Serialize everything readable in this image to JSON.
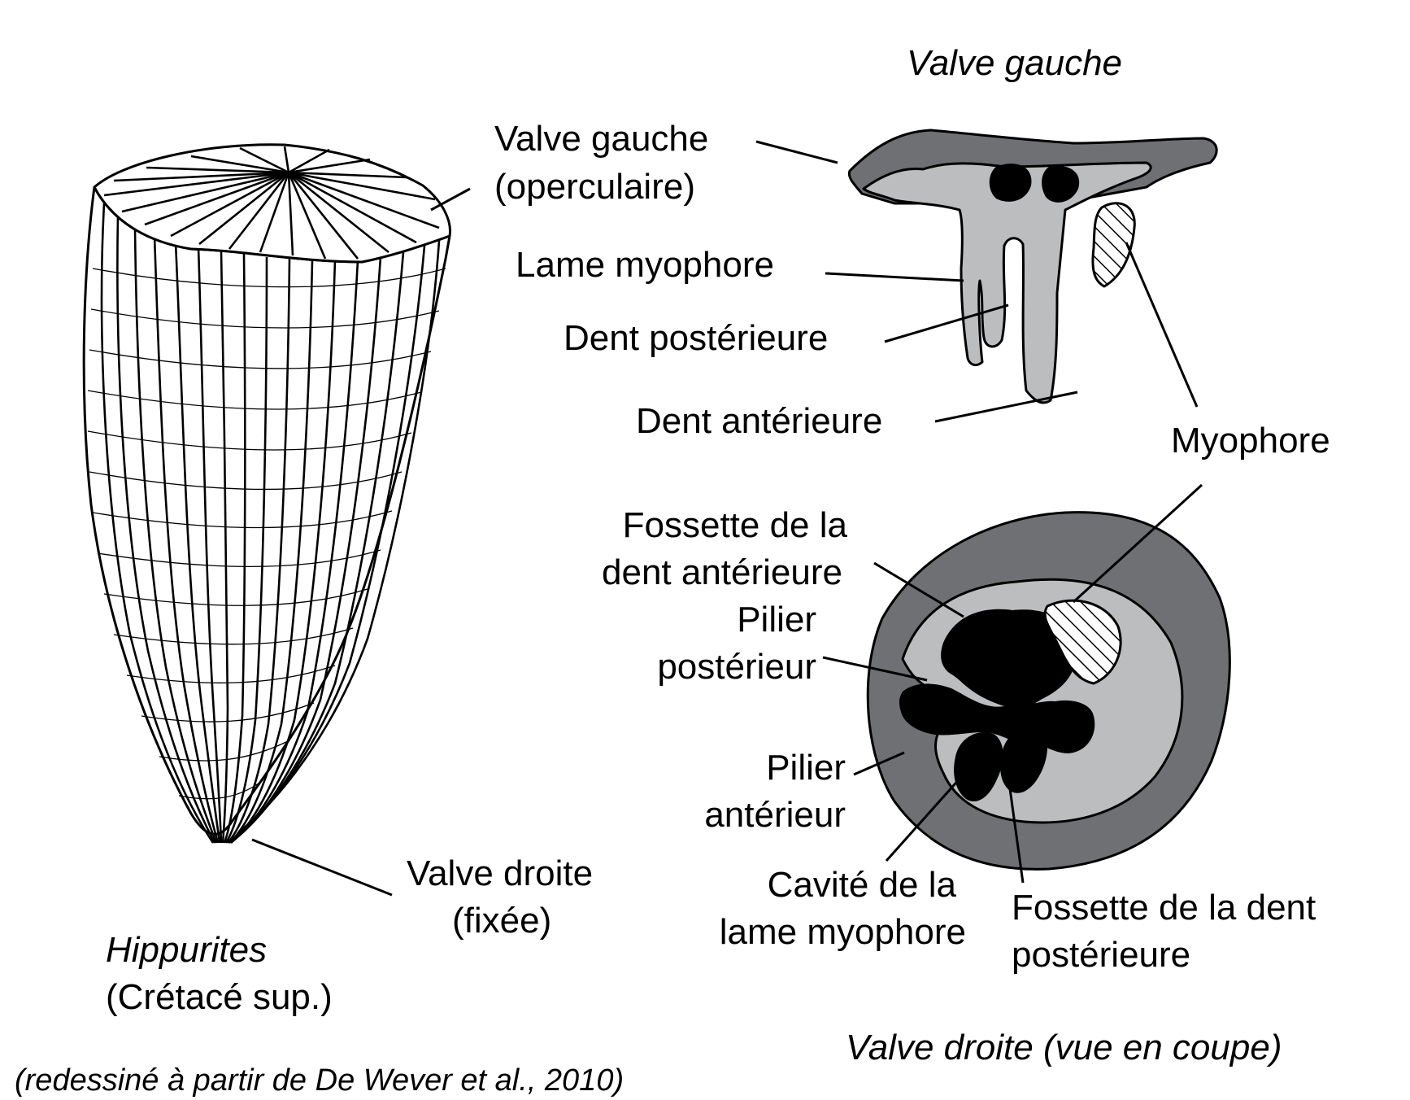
{
  "colors": {
    "shell_outer": "#6f7073",
    "shell_inner": "#bcbdbf",
    "solid": "#000000",
    "background": "#ffffff"
  },
  "titles": {
    "left_valve": "Valve gauche",
    "right_valve": "Valve droite (vue en coupe)",
    "genus": "Hippurites",
    "age": "(Crétacé sup.)",
    "credit": "(redessiné à partir de De Wever et al., 2010)"
  },
  "labels": {
    "valve_gauche_1": "Valve gauche",
    "valve_gauche_2": "(operculaire)",
    "lame_myophore": "Lame myophore",
    "dent_posterieure": "Dent postérieure",
    "dent_anterieure": "Dent antérieure",
    "myophore": "Myophore",
    "fossette_ant_1": "Fossette de la",
    "fossette_ant_2": "dent antérieure",
    "pilier_post_1": "Pilier",
    "pilier_post_2": "postérieur",
    "pilier_ant_1": "Pilier",
    "pilier_ant_2": "antérieur",
    "cavite_1": "Cavité de la",
    "cavite_2": "lame myophore",
    "fossette_post_1": "Fossette de la dent",
    "fossette_post_2": "postérieure",
    "valve_droite_1": "Valve droite",
    "valve_droite_2": "(fixée)"
  }
}
